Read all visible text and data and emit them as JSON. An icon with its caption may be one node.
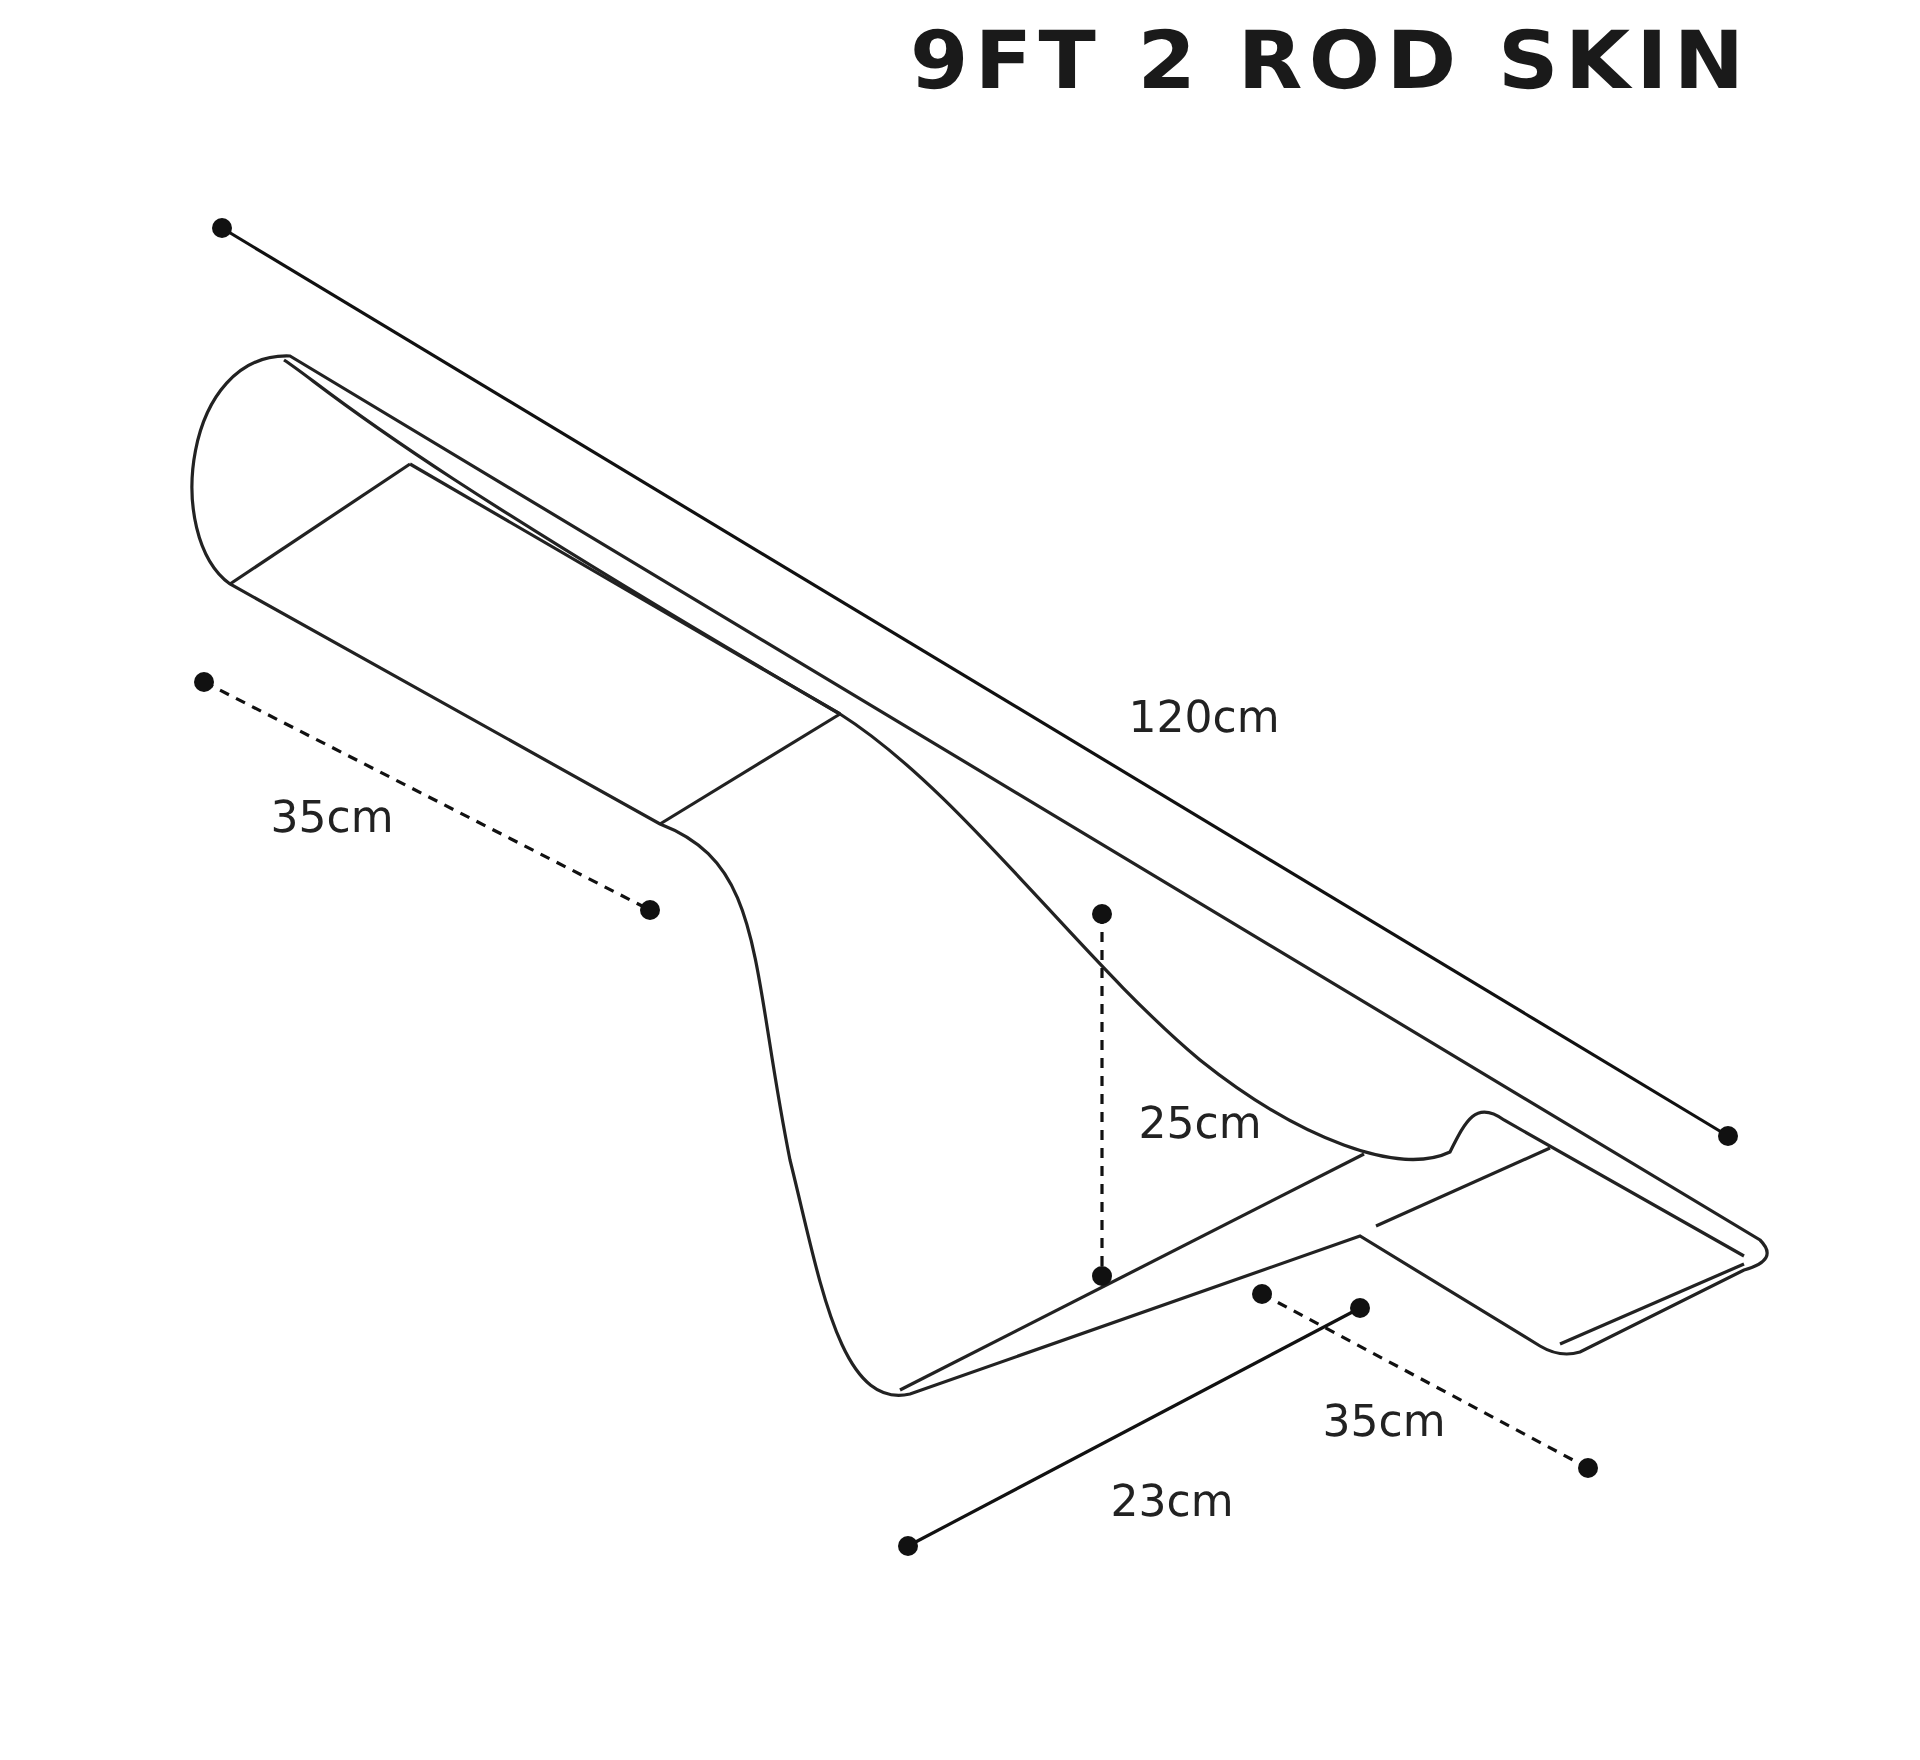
{
  "diagram": {
    "title": "9FT 2 ROD SKIN",
    "labels": [
      "120cm",
      "35cm",
      "25cm",
      "35cm",
      "23cm"
    ]
  }
}
